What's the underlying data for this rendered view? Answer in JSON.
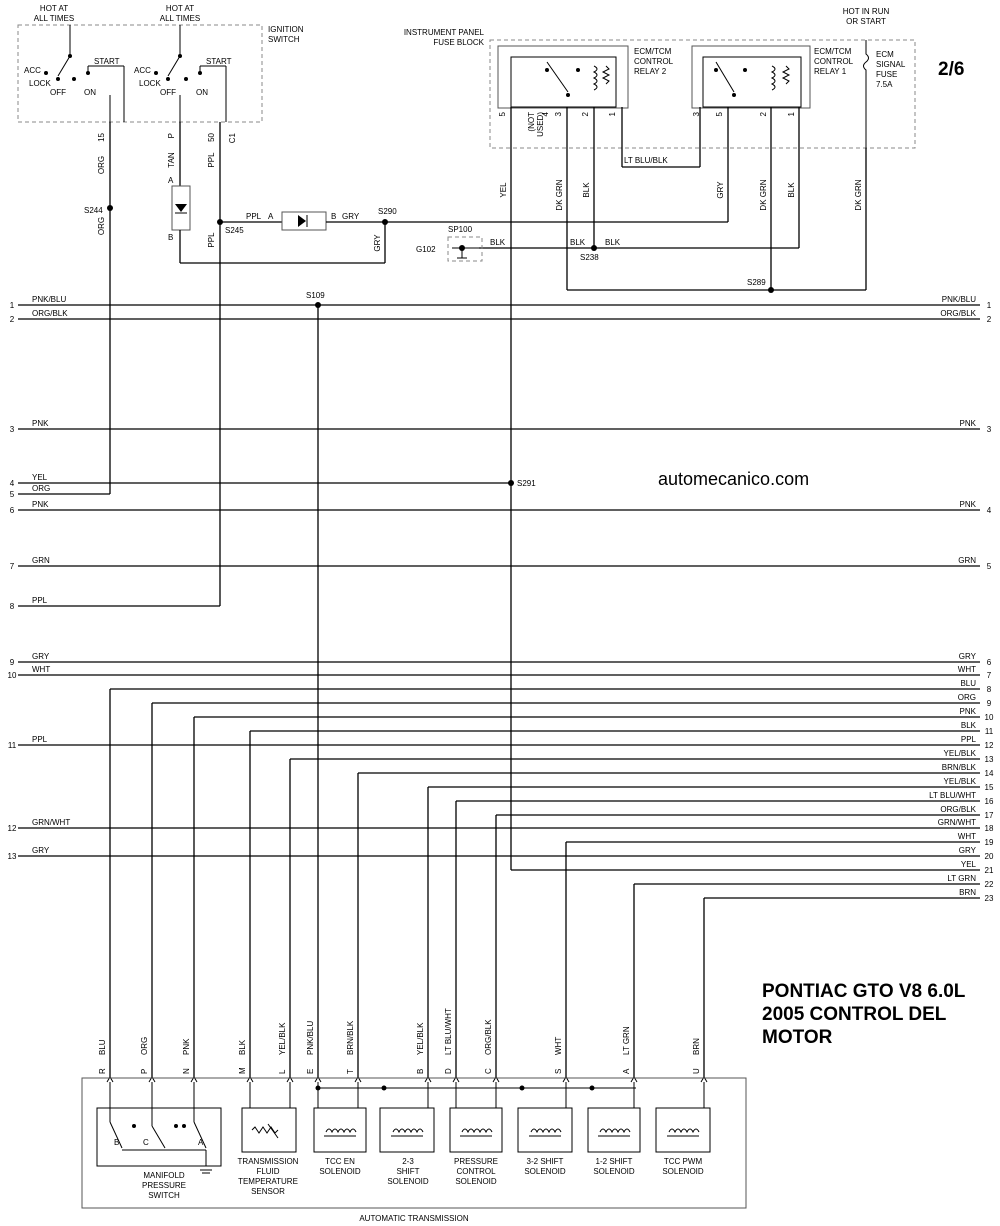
{
  "page_number": "2/6",
  "watermark": "automecanico.com",
  "title_lines": [
    "PONTIAC GTO V8 6.0L",
    "2005 CONTROL DEL",
    "MOTOR"
  ],
  "ignition": {
    "hot_left": [
      "HOT AT",
      "ALL TIMES"
    ],
    "hot_right": [
      "HOT AT",
      "ALL TIMES"
    ],
    "label": [
      "IGNITION",
      "SWITCH"
    ],
    "positions": {
      "acc": "ACC",
      "lock": "LOCK",
      "off": "OFF",
      "on": "ON",
      "start": "START"
    },
    "pins": {
      "p15": "15",
      "pP": "P",
      "p50": "50",
      "pC1": "C1"
    }
  },
  "fuse_block": {
    "label": [
      "INSTRUMENT PANEL",
      "FUSE BLOCK"
    ],
    "hot_run": [
      "HOT IN RUN",
      "OR START"
    ],
    "relay2": [
      "ECM/TCM",
      "CONTROL",
      "RELAY 2"
    ],
    "relay1": [
      "ECM/TCM",
      "CONTROL",
      "RELAY 1"
    ],
    "fuse": [
      "ECM",
      "SIGNAL",
      "FUSE",
      "7.5A"
    ],
    "not_used": [
      "(NOT",
      "USED)"
    ],
    "relay2_pins": [
      "5",
      "4",
      "3",
      "2",
      "1"
    ],
    "relay1_pins": [
      "3",
      "5",
      "2",
      "1"
    ]
  },
  "splices": {
    "s244": "S244",
    "s245": "S245",
    "s290": "S290",
    "s238": "S238",
    "s289": "S289",
    "s109": "S109",
    "s291": "S291",
    "sp100": "SP100",
    "g102": "G102"
  },
  "diode": {
    "a": "A",
    "b": "B"
  },
  "wire_colors": {
    "org": "ORG",
    "tan": "TAN",
    "ppl": "PPL",
    "yel": "YEL",
    "dkgrn": "DK GRN",
    "blk": "BLK",
    "gry": "GRY",
    "ltblublk": "LT BLU/BLK"
  },
  "left_rows": [
    {
      "num": "1",
      "label": "PNK/BLU"
    },
    {
      "num": "2",
      "label": "ORG/BLK"
    },
    {
      "num": "3",
      "label": "PNK"
    },
    {
      "num": "4",
      "label": "YEL"
    },
    {
      "num": "5",
      "label": "ORG"
    },
    {
      "num": "6",
      "label": "PNK"
    },
    {
      "num": "7",
      "label": "GRN"
    },
    {
      "num": "8",
      "label": "PPL"
    },
    {
      "num": "9",
      "label": "GRY"
    },
    {
      "num": "10",
      "label": "WHT"
    },
    {
      "num": "11",
      "label": "PPL"
    },
    {
      "num": "12",
      "label": "GRN/WHT"
    },
    {
      "num": "13",
      "label": "GRY"
    }
  ],
  "right_rows": [
    {
      "num": "1",
      "label": "PNK/BLU"
    },
    {
      "num": "2",
      "label": "ORG/BLK"
    },
    {
      "num": "3",
      "label": "PNK"
    },
    {
      "num": "4",
      "label": "PNK"
    },
    {
      "num": "5",
      "label": "GRN"
    },
    {
      "num": "6",
      "label": "GRY"
    },
    {
      "num": "7",
      "label": "WHT"
    },
    {
      "num": "8",
      "label": "BLU"
    },
    {
      "num": "9",
      "label": "ORG"
    },
    {
      "num": "10",
      "label": "PNK"
    },
    {
      "num": "11",
      "label": "BLK"
    },
    {
      "num": "12",
      "label": "PPL"
    },
    {
      "num": "13",
      "label": "YEL/BLK"
    },
    {
      "num": "14",
      "label": "BRN/BLK"
    },
    {
      "num": "15",
      "label": "YEL/BLK"
    },
    {
      "num": "16",
      "label": "LT BLU/WHT"
    },
    {
      "num": "17",
      "label": "ORG/BLK"
    },
    {
      "num": "18",
      "label": "GRN/WHT"
    },
    {
      "num": "19",
      "label": "WHT"
    },
    {
      "num": "20",
      "label": "GRY"
    },
    {
      "num": "21",
      "label": "YEL"
    },
    {
      "num": "22",
      "label": "LT GRN"
    },
    {
      "num": "23",
      "label": "BRN"
    }
  ],
  "connector_pins": [
    {
      "pin": "R",
      "wire": "BLU"
    },
    {
      "pin": "P",
      "wire": "ORG"
    },
    {
      "pin": "N",
      "wire": "PNK"
    },
    {
      "pin": "M",
      "wire": "BLK"
    },
    {
      "pin": "L",
      "wire": "YEL/BLK"
    },
    {
      "pin": "E",
      "wire": "PNK/BLU"
    },
    {
      "pin": "T",
      "wire": "BRN/BLK"
    },
    {
      "pin": "B",
      "wire": "YEL/BLK"
    },
    {
      "pin": "D",
      "wire": "LT BLU/WHT"
    },
    {
      "pin": "C",
      "wire": "ORG/BLK"
    },
    {
      "pin": "S",
      "wire": "WHT"
    },
    {
      "pin": "A",
      "wire": "LT GRN"
    },
    {
      "pin": "U",
      "wire": "BRN"
    }
  ],
  "components": {
    "mps": [
      "MANIFOLD",
      "PRESSURE",
      "SWITCH"
    ],
    "mps_contacts": [
      "B",
      "C",
      "A"
    ],
    "tft": [
      "TRANSMISSION",
      "FLUID",
      "TEMPERATURE",
      "SENSOR"
    ],
    "tcc_en": [
      "TCC EN",
      "SOLENOID"
    ],
    "s23": [
      "2-3",
      "SHIFT",
      "SOLENOID"
    ],
    "pc": [
      "PRESSURE",
      "CONTROL",
      "SOLENOID"
    ],
    "s32": [
      "3-2 SHIFT",
      "SOLENOID"
    ],
    "s12": [
      "1-2 SHIFT",
      "SOLENOID"
    ],
    "tccpwm": [
      "TCC PWM",
      "SOLENOID"
    ],
    "trans": "AUTOMATIC TRANSMISSION"
  }
}
